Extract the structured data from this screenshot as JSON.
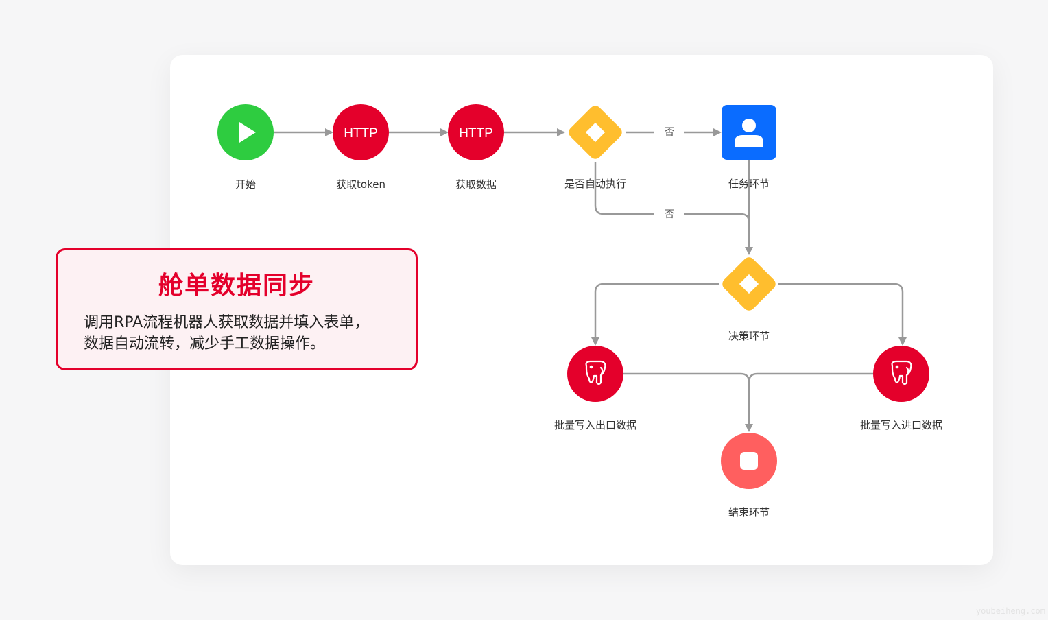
{
  "diagram": {
    "colors": {
      "edge": "#999999",
      "start": "#2ecc40",
      "http": "#e4002b",
      "decision": "#ffbe2e",
      "task": "#0a6cff",
      "db": "#e4002b",
      "end": "#ff5f5f"
    },
    "nodes": [
      {
        "id": "start",
        "kind": "start",
        "icon": "play-icon",
        "label": "开始"
      },
      {
        "id": "get-token",
        "kind": "http",
        "icon_text": "HTTP",
        "label": "获取token"
      },
      {
        "id": "get-data",
        "kind": "http",
        "icon_text": "HTTP",
        "label": "获取数据"
      },
      {
        "id": "auto-exec",
        "kind": "decision",
        "icon": "diamond-icon",
        "label": "是否自动执行"
      },
      {
        "id": "task",
        "kind": "task",
        "icon": "user-icon",
        "label": "任务环节"
      },
      {
        "id": "decide",
        "kind": "decision",
        "icon": "diamond-icon",
        "label": "决策环节"
      },
      {
        "id": "write-export",
        "kind": "database",
        "icon": "postgresql-elephant-icon",
        "label": "批量写入出口数据"
      },
      {
        "id": "write-import",
        "kind": "database",
        "icon": "postgresql-elephant-icon",
        "label": "批量写入进口数据"
      },
      {
        "id": "end",
        "kind": "end",
        "icon": "stop-icon",
        "label": "结束环节"
      }
    ],
    "edges": [
      {
        "from": "start",
        "to": "get-token",
        "label": ""
      },
      {
        "from": "get-token",
        "to": "get-data",
        "label": ""
      },
      {
        "from": "get-data",
        "to": "auto-exec",
        "label": ""
      },
      {
        "from": "auto-exec",
        "to": "task",
        "label": "否"
      },
      {
        "from": "auto-exec",
        "to": "decide",
        "label": "否"
      },
      {
        "from": "task",
        "to": "decide",
        "label": ""
      },
      {
        "from": "decide",
        "to": "write-export",
        "label": ""
      },
      {
        "from": "decide",
        "to": "write-import",
        "label": ""
      },
      {
        "from": "write-export",
        "to": "end",
        "label": ""
      },
      {
        "from": "write-import",
        "to": "end",
        "label": ""
      }
    ]
  },
  "info_box": {
    "title": "舱单数据同步",
    "desc_line1": "调用RPA流程机器人获取数据并填入表单，",
    "desc_line2": "数据自动流转，减少手工数据操作。"
  },
  "watermark": "youbeiheng.com"
}
